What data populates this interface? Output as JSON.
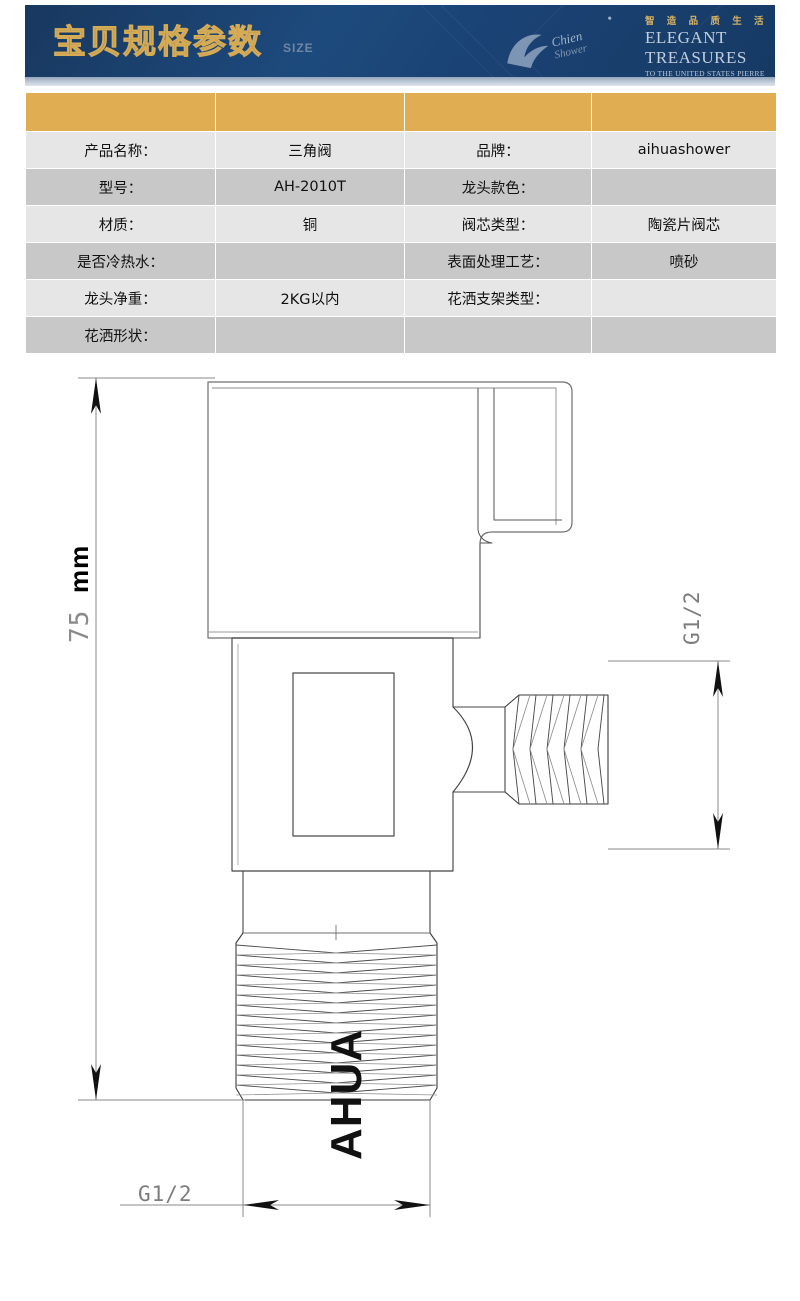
{
  "banner": {
    "title": "宝贝规格参数",
    "subtitle": "SIZE",
    "brand_cn": "智 造 品 质 生 活",
    "brand_en": "ELEGANT TREASURES",
    "brand_en_sub": "TO THE UNITED STATES PIERRE",
    "logo_name": "chien-shower-logo",
    "bg_color": "#1a4273",
    "accent_color": "#d5ab56"
  },
  "spec_table": {
    "header_color": "#e0ad52",
    "row_light": "#e6e6e6",
    "row_dark": "#c8c8c8",
    "rows": [
      {
        "label_l": "产品名称：",
        "value_l": "三角阀",
        "label_r": "品牌：",
        "value_r": "aihuashower"
      },
      {
        "label_l": "型号：",
        "value_l": "AH-2010T",
        "label_r": "龙头款色：",
        "value_r": ""
      },
      {
        "label_l": "材质：",
        "value_l": "铜",
        "label_r": "阀芯类型：",
        "value_r": "陶瓷片阀芯"
      },
      {
        "label_l": "是否冷热水：",
        "value_l": "",
        "label_r": "表面处理工艺：",
        "value_r": "喷砂"
      },
      {
        "label_l": "龙头净重：",
        "value_l": "2KG以内",
        "label_r": "花洒支架类型：",
        "value_r": ""
      },
      {
        "label_l": "花洒形状：",
        "value_l": "",
        "label_r": "",
        "value_r": ""
      }
    ]
  },
  "drawing": {
    "title": "angle-valve-technical-drawing",
    "height_dimension": "75 mm",
    "height_value": 75,
    "height_unit": "mm",
    "outlet_thread_label": "G1/2",
    "inlet_thread_label": "G1/2",
    "body_mark": "AHUA",
    "line_color": "#333333",
    "dim_color": "#7d7d7d"
  }
}
